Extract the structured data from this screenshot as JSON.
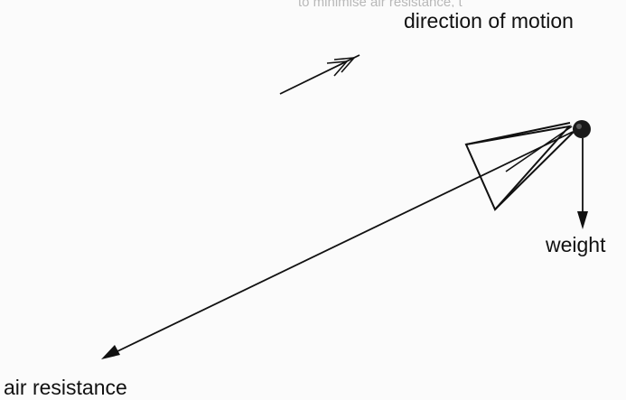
{
  "diagram": {
    "top_fragment": "to minimise air resistance, t",
    "labels": {
      "direction_of_motion": "direction of motion",
      "weight": "weight",
      "air_resistance": "air resistance"
    },
    "colors": {
      "ink": "#111111",
      "faint_text": "#b8b8b8",
      "background": "#fbfbfb"
    }
  }
}
